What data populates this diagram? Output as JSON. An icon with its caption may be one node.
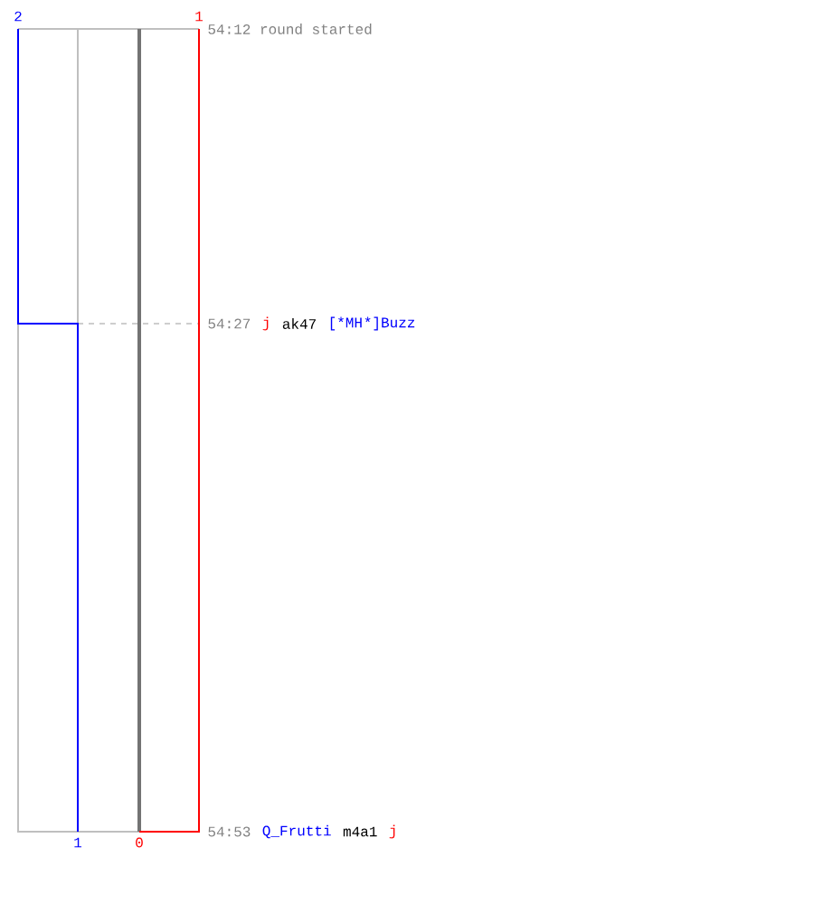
{
  "diagram": {
    "labels": [
      "2",
      "1",
      "54:12 round started",
      "54:27",
      "j",
      "ak47",
      "[*MH",
      "*]Buzz",
      "54:53",
      "Q_Frutti",
      "m4a1",
      "j",
      "1",
      "0"
    ]
  }
}
